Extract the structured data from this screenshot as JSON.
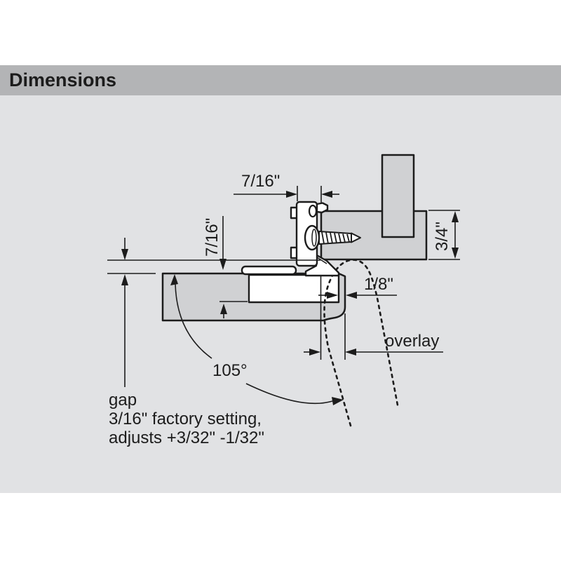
{
  "header": {
    "title": "Dimensions"
  },
  "colors": {
    "header_bg": "#b3b4b6",
    "canvas_bg": "#e1e2e4",
    "part_fill": "#d0d1d3",
    "cup_fill": "#ffffff",
    "line": "#1c1c1c"
  },
  "diagram": {
    "dimensions": {
      "plate_setback": "7/16\"",
      "plate_height": "7/16\"",
      "frame_thickness": "3/4\"",
      "cup_edge_distance": "1/8\"",
      "overlay": "overlay",
      "opening_angle": "105°"
    },
    "notes": {
      "gap_title": "gap",
      "gap_line1": "3/16\" factory setting,",
      "gap_line2": "adjusts +3/32\" -1/32\""
    }
  }
}
